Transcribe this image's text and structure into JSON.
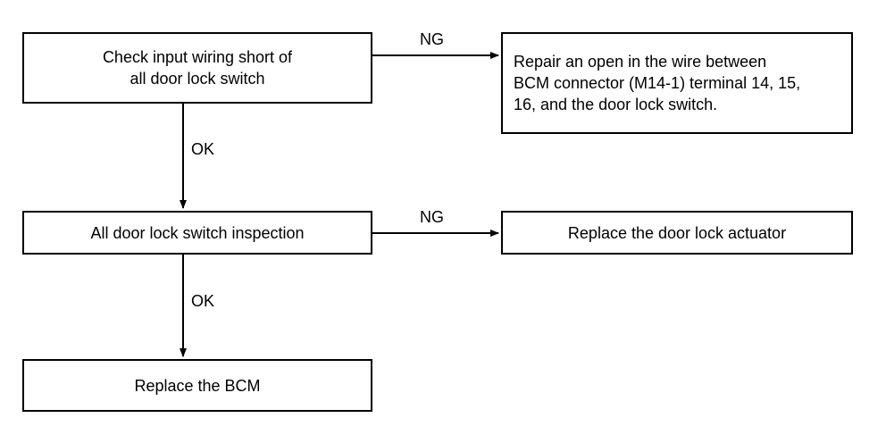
{
  "flowchart": {
    "nodes": {
      "check_wiring": "Check input wiring short of\nall door lock switch",
      "repair_open": "Repair an open in the wire between\nBCM connector (M14-1) terminal 14, 15,\n16, and the door lock switch.",
      "switch_inspection": "All door lock switch inspection",
      "replace_actuator": "Replace the door lock actuator",
      "replace_bcm": "Replace the BCM"
    },
    "edge_labels": {
      "ng_1": "NG",
      "ng_2": "NG",
      "ok_1": "OK",
      "ok_2": "OK"
    },
    "colors": {
      "line": "#000000",
      "background": "#ffffff"
    }
  }
}
